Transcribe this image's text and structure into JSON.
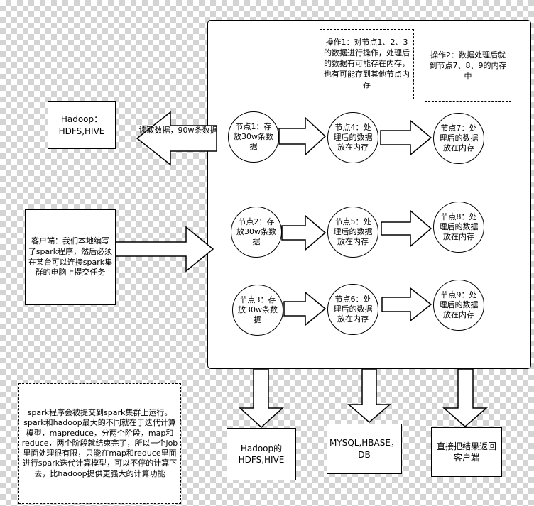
{
  "hadoop_source": "Hadoop：HDFS,HIVE",
  "read_label": "读取数据，90w条数据",
  "client": "客户端：我们本地编写了spark程序，然后必须在某台可以连接spark集群的电脑上提交任务",
  "op1": "操作1：对节点1、2、3的数据进行操作，处理后的数据有可能存在内存，也有可能存到其他节点内存",
  "op2": "操作2：数据处理后就到节点7、8、9的内存中",
  "nodes": {
    "n1": "节点1：存放30w条数据",
    "n2": "节点2：存放30w条数据",
    "n3": "节点3：存放30w条数据",
    "n4": "节点4：处理后的数据放在内存",
    "n5": "节点5：处理后的数据放在内存",
    "n6": "节点6：处理后的数据放在内存",
    "n7": "节点7：处理后的数据放在内存",
    "n8": "节点8：处理后的数据放在内存",
    "n9": "节点9：处理后的数据放在内存"
  },
  "out_hdfs": "Hadoop的HDFS,HIVE",
  "out_db": "MYSQL,HBASE，DB",
  "out_client": "直接把结果返回客户端",
  "note": "spark程序会被提交到spark集群上运行。spark和hadoop最大的不同就在于迭代计算模型，mapreduce，分两个阶段，map和reduce，两个阶段就结束完了，所以一个job里面处理很有限，只能在map和reduce里面进行spark迭代计算模型，可以不停的计算下去，比hadoop提供更强大的计算功能"
}
